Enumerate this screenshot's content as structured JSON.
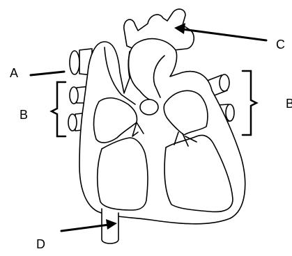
{
  "labels": {
    "a": "A",
    "b_left": "B",
    "b_right": "B",
    "c": "C",
    "d": "D"
  },
  "colors": {
    "stroke": "#000000",
    "fill": "#ffffff"
  }
}
